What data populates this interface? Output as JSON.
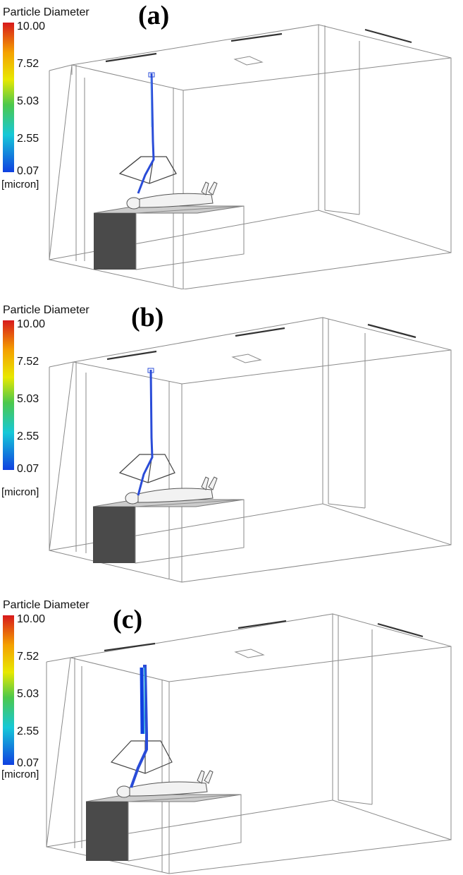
{
  "colorbar": {
    "title": "Particle Diameter",
    "ticks": [
      "10.00",
      "7.52",
      "5.03",
      "2.55",
      "0.07"
    ],
    "unit": "[micron]",
    "colors": [
      "#d7191c",
      "#f4a100",
      "#e8e800",
      "#4cc84c",
      "#16c8d8",
      "#1040e0"
    ]
  },
  "panels": [
    {
      "label": "(a)"
    },
    {
      "label": "(b)"
    },
    {
      "label": "(c)"
    }
  ],
  "colors": {
    "trajectory": "#2a4cd8",
    "bed_dark": "#4a4a4a",
    "bed_top": "#cccccc",
    "wireframe": "#8a8a8a"
  }
}
